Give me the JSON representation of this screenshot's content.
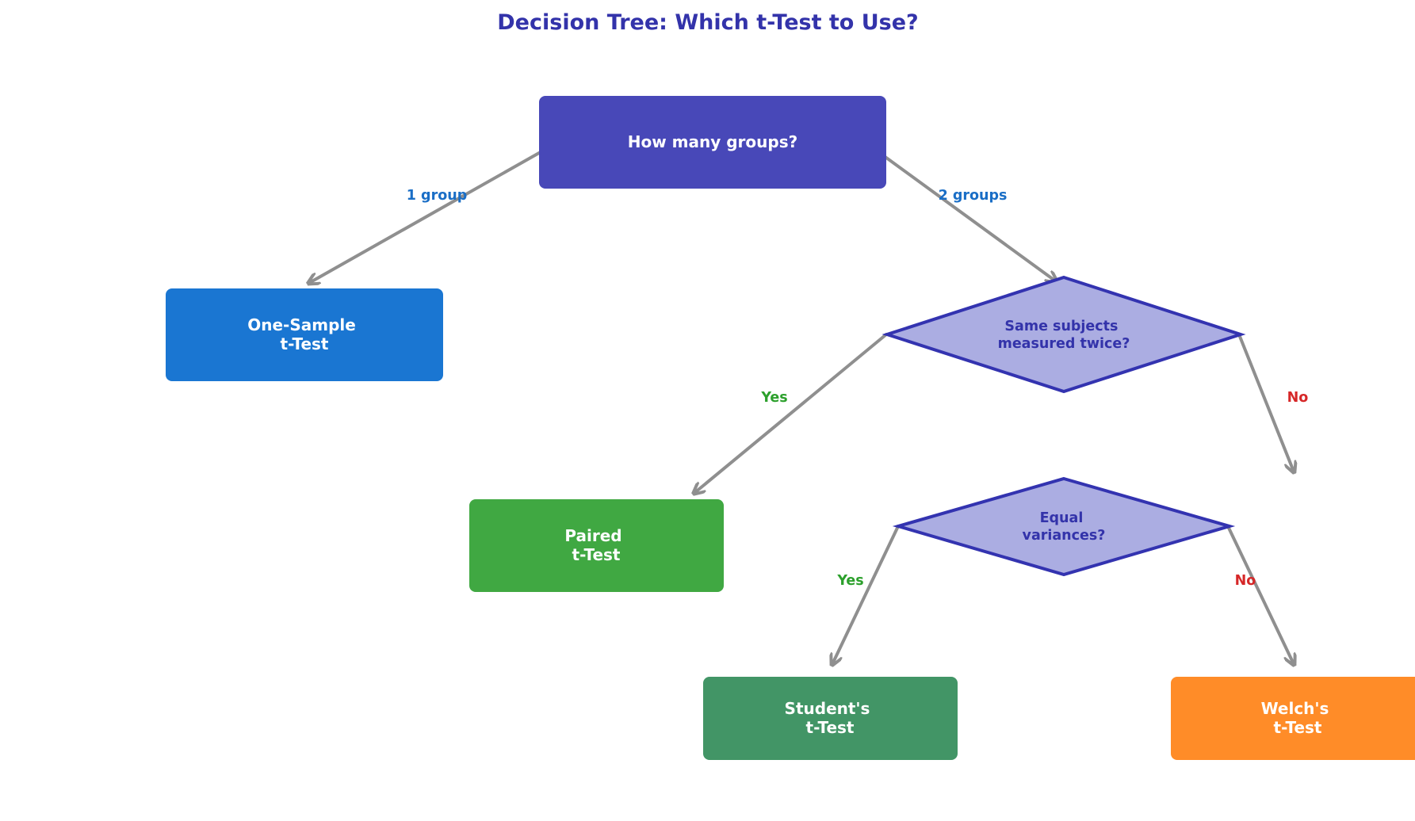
{
  "title": "Decision Tree: Which t-Test to Use?",
  "colors": {
    "title": "#3333aa",
    "root_box": "#4848b8",
    "one_sample_box": "#1a76d2",
    "paired_box": "#40a842",
    "students_box": "#429566",
    "welch_box": "#ff8c28",
    "diamond_fill": "#abadе2",
    "diamond_stroke": "#3333b0",
    "box_text": "#ffffff",
    "diamond_text": "#3333aa",
    "edge": "#8f8f8f",
    "label_group": "#1a6ec6",
    "label_yes": "#2ca02c",
    "label_no": "#d62728"
  },
  "nodes": {
    "root": {
      "lines": [
        "How many groups?"
      ]
    },
    "one_sample": {
      "lines": [
        "One-Sample",
        "t-Test"
      ]
    },
    "same_subjects": {
      "lines": [
        "Same subjects",
        "measured twice?"
      ]
    },
    "paired": {
      "lines": [
        "Paired",
        "t-Test"
      ]
    },
    "equal_variances": {
      "lines": [
        "Equal",
        "variances?"
      ]
    },
    "students": {
      "lines": [
        "Student's",
        "t-Test"
      ]
    },
    "welch": {
      "lines": [
        "Welch's",
        "t-Test"
      ]
    }
  },
  "edges": {
    "one_group": {
      "label": "1 group"
    },
    "two_groups": {
      "label": "2 groups"
    },
    "yes_paired": {
      "label": "Yes"
    },
    "no_variances": {
      "label": "No"
    },
    "yes_students": {
      "label": "Yes"
    },
    "no_welch": {
      "label": "No"
    }
  }
}
